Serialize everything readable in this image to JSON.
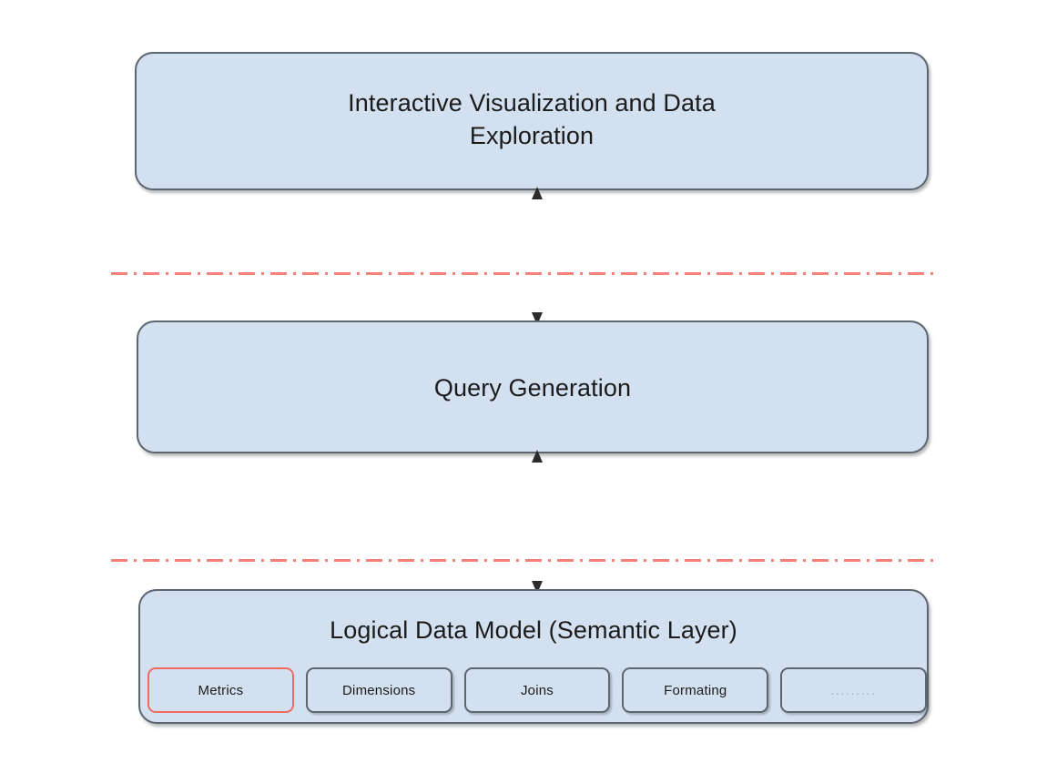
{
  "diagram": {
    "type": "layered-architecture",
    "background_color": "#ffffff",
    "box_fill_color": "#d3e0f0",
    "box_border_color": "#5b6670",
    "highlight_color": "#ef6a61",
    "boundary_line_color": "#f4827a",
    "arrow_color": "#3a3a3a",
    "layers": [
      {
        "id": "visualization",
        "title": "Interactive Visualization and Data\nExploration"
      },
      {
        "id": "query",
        "title": "Query Generation"
      },
      {
        "id": "semantic",
        "title": "Logical Data Model (Semantic Layer)",
        "components": [
          {
            "label": "Metrics",
            "highlighted": true
          },
          {
            "label": "Dimensions",
            "highlighted": false
          },
          {
            "label": "Joins",
            "highlighted": false
          },
          {
            "label": "Formating",
            "highlighted": false
          },
          {
            "label": ".........",
            "highlighted": false
          }
        ]
      }
    ],
    "connectors": [
      {
        "id": "visualization-query",
        "from": "visualization",
        "to": "query",
        "direction": "bidirectional",
        "icon": "double-headed-arrow-icon"
      },
      {
        "id": "query-semantic",
        "from": "query",
        "to": "semantic",
        "direction": "bidirectional",
        "icon": "double-headed-arrow-icon"
      }
    ],
    "boundaries": [
      {
        "id": "boundary-top",
        "style": "dash-dot",
        "color": "#f4827a"
      },
      {
        "id": "boundary-bottom",
        "style": "dash-dot",
        "color": "#f4827a"
      }
    ]
  }
}
